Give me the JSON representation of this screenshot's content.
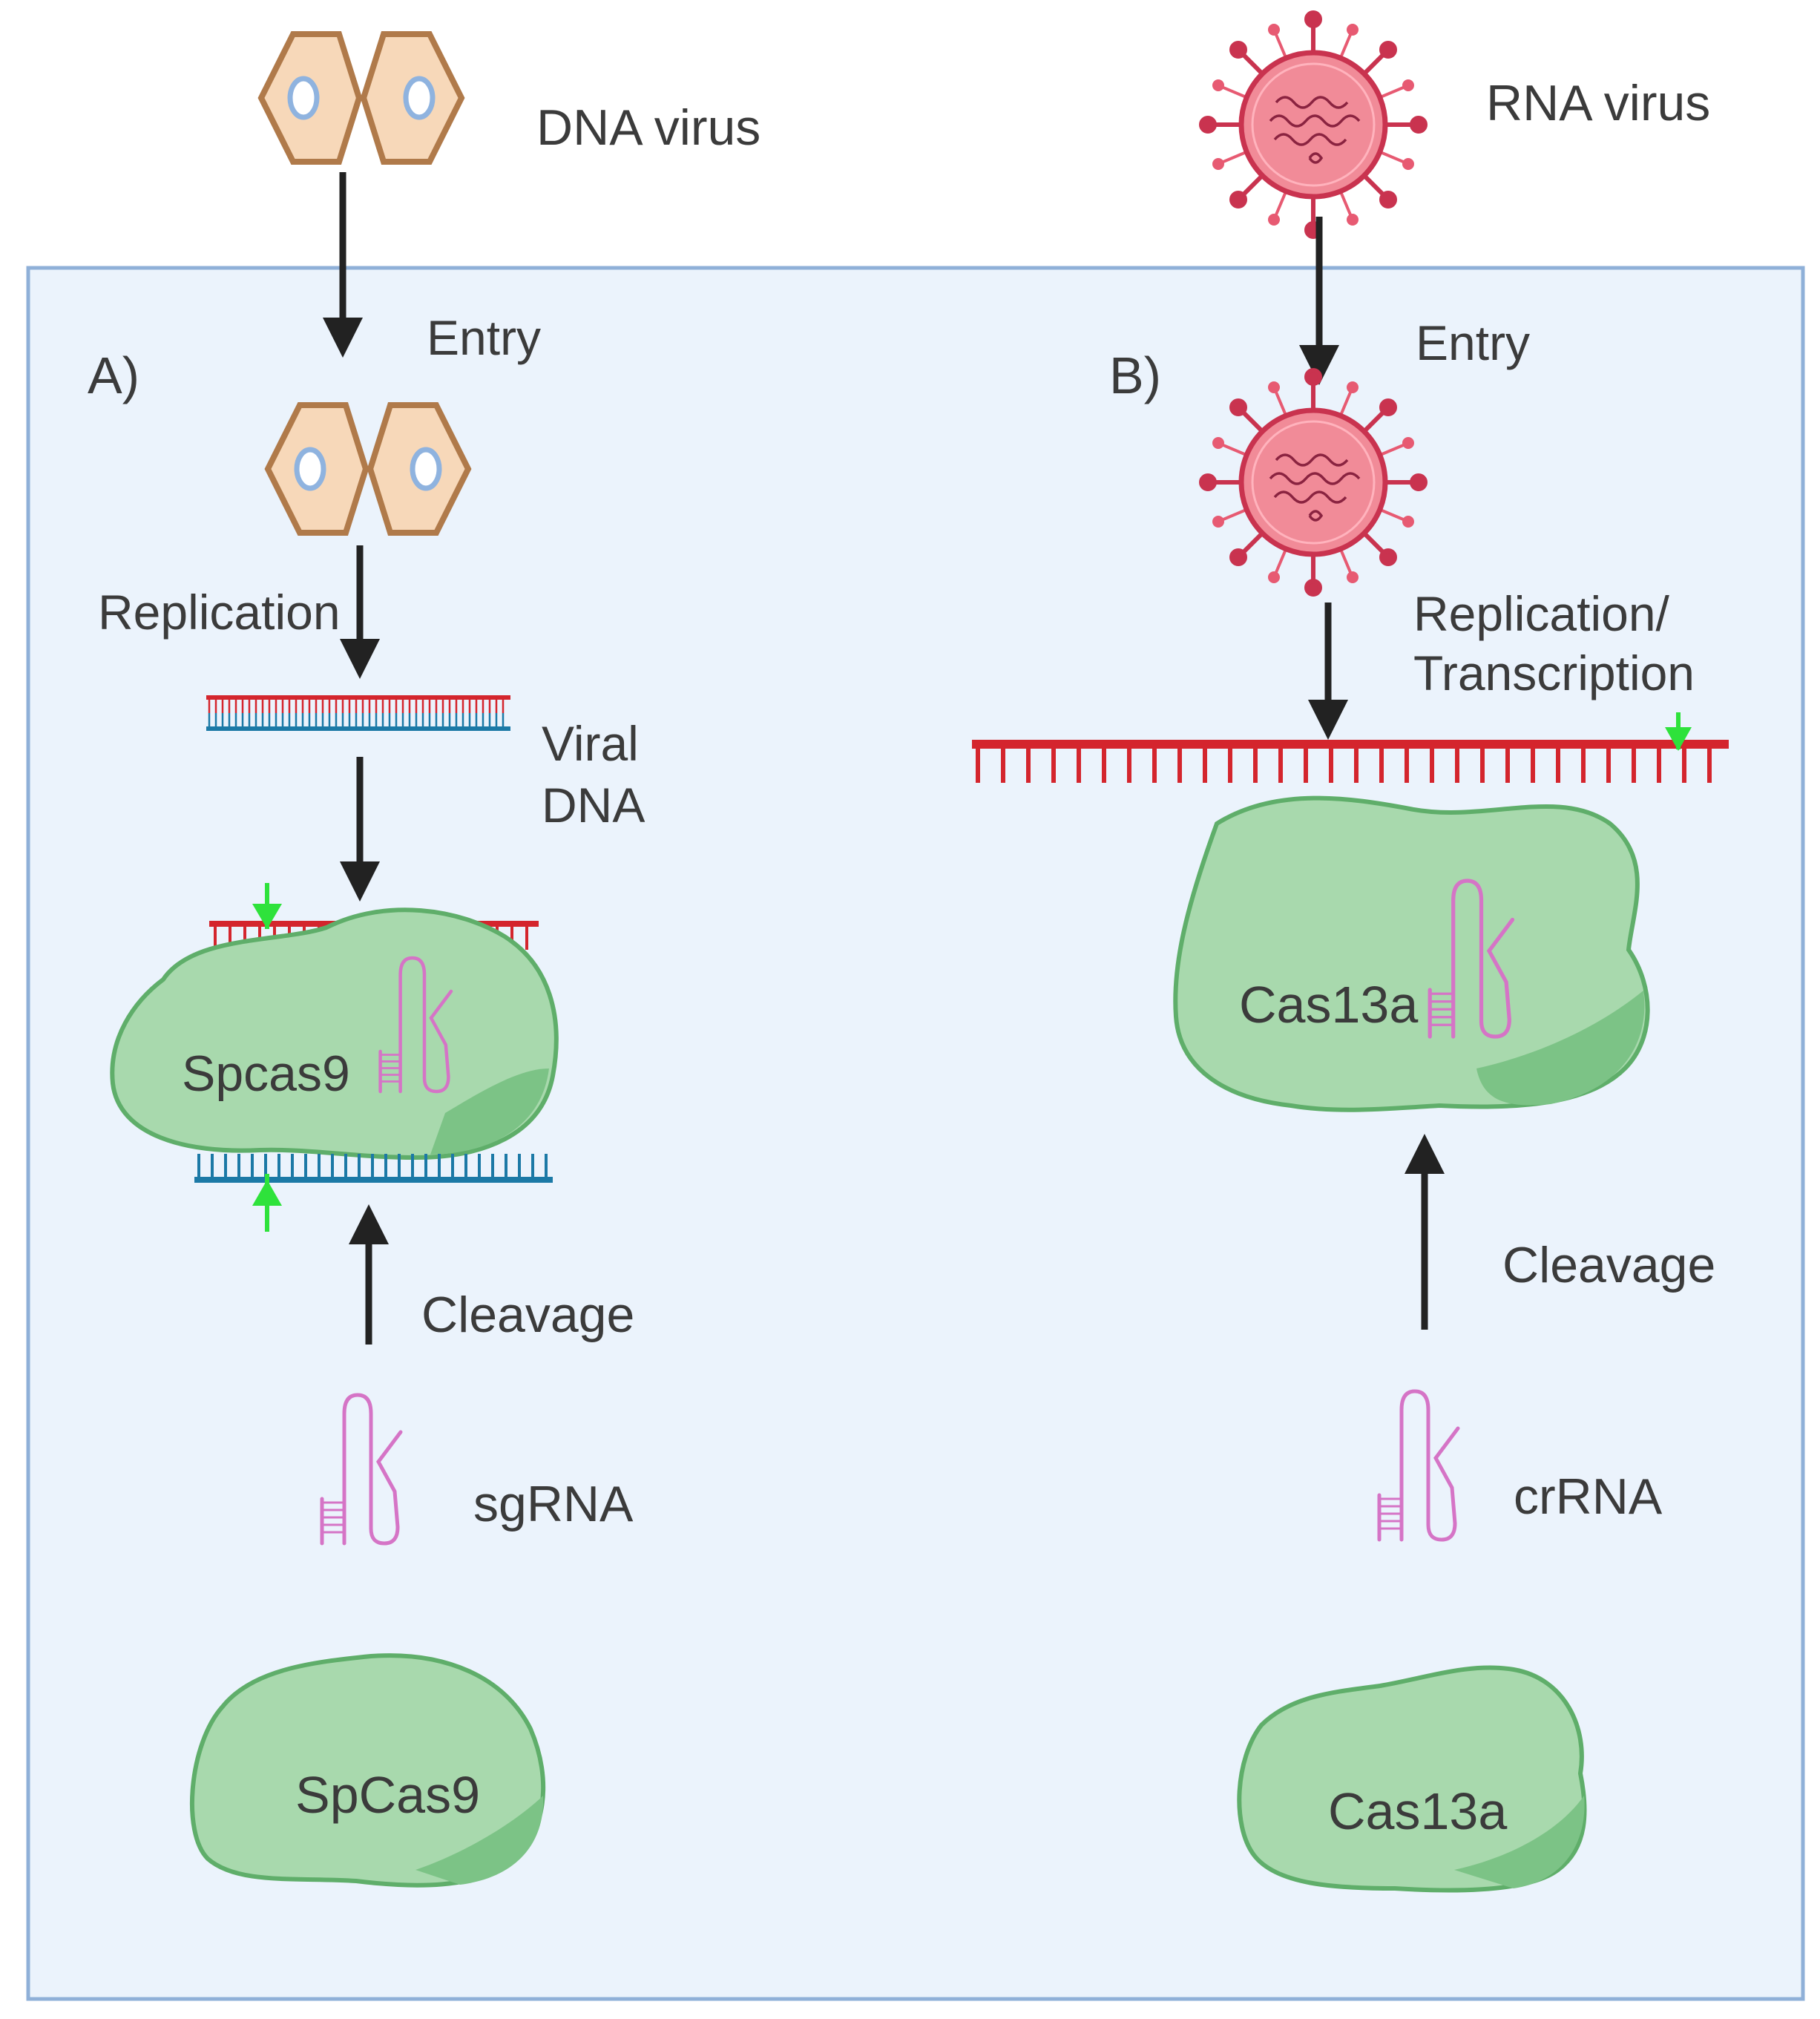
{
  "panel_a": {
    "marker": "A)",
    "virus_label": "DNA virus",
    "entry_label": "Entry",
    "replication_label": "Replication",
    "viral_dna_label_line1": "Viral",
    "viral_dna_label_line2": "DNA",
    "complex_label": "Spcas9",
    "cleavage_label": "Cleavage",
    "guide_label": "sgRNA",
    "protein_label": "SpCas9"
  },
  "panel_b": {
    "marker": "B)",
    "virus_label": "RNA virus",
    "entry_label": "Entry",
    "replication_label_line1": "Replication/",
    "replication_label_line2": "Transcription",
    "complex_label": "Cas13a",
    "cleavage_label": "Cleavage",
    "guide_label": "crRNA",
    "protein_label": "Cas13a"
  },
  "colors": {
    "cell_background": "#ebf3fc",
    "cell_border": "#8fb0d8",
    "dna_virus_fill": "#f7d8b9",
    "dna_virus_stroke": "#b07a4a",
    "rna_virus_fill": "#f18b98",
    "rna_virus_spike": "#c9334f",
    "rna_strand": "#d4252d",
    "dna_strand_blue": "#1b79a6",
    "guide_rna": "#d574c6",
    "protein_fill": "#a8d9ad",
    "protein_shade": "#7cc386",
    "protein_stroke": "#5fae6a",
    "cut_marker": "#2ee23b",
    "arrow": "#222222"
  }
}
